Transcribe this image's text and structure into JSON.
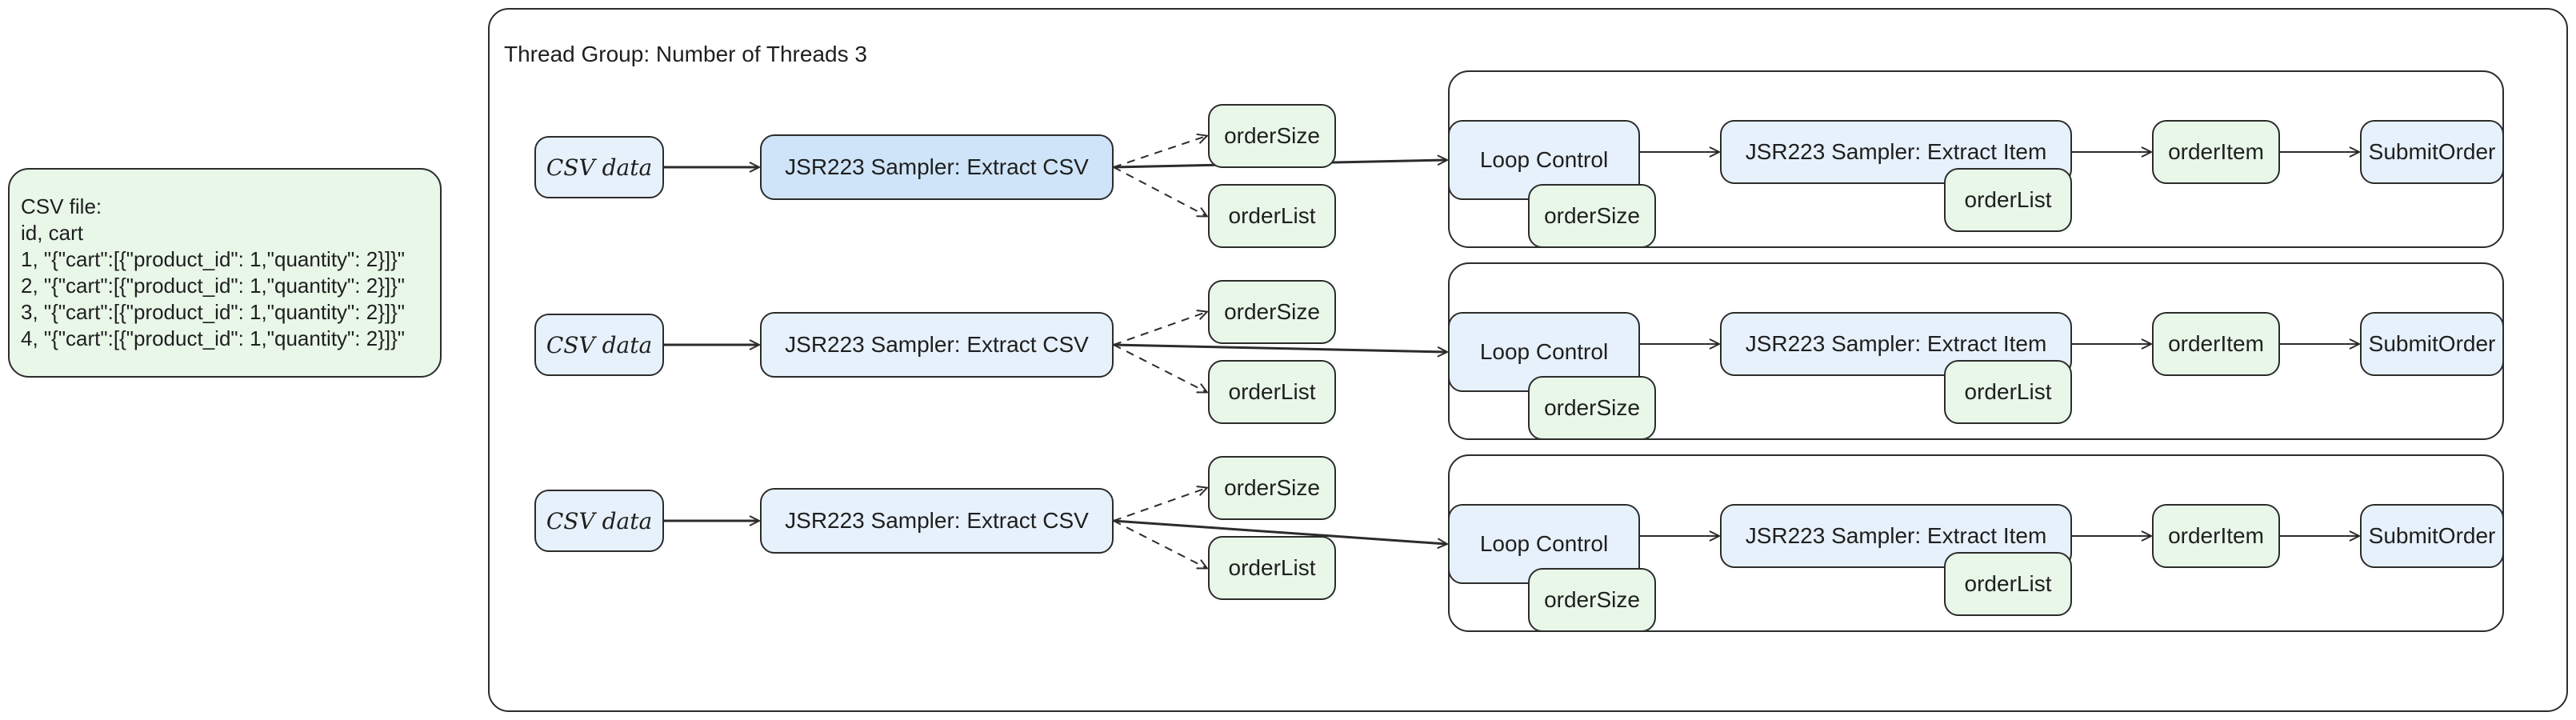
{
  "csv_note": {
    "label": "CSV file:",
    "header": "id, cart",
    "rows": [
      "1, \"{\"cart\":[{\"product_id\": 1,\"quantity\": 2}]}\"",
      "2, \"{\"cart\":[{\"product_id\": 1,\"quantity\": 2}]}\"",
      "3, \"{\"cart\":[{\"product_id\": 1,\"quantity\": 2}]}\"",
      "4, \"{\"cart\":[{\"product_id\": 1,\"quantity\": 2}]}\""
    ]
  },
  "thread_group": {
    "title": "Thread Group: Number of Threads 3"
  },
  "rows": [
    {
      "csv_data": "CSV data",
      "extract_csv": "JSR223 Sampler: Extract CSV",
      "order_size": "orderSize",
      "order_list": "orderList",
      "loop_control": "Loop Control",
      "loop_order_size": "orderSize",
      "extract_item": "JSR223 Sampler: Extract Item",
      "item_order_list": "orderList",
      "order_item": "orderItem",
      "submit_order": "SubmitOrder"
    },
    {
      "csv_data": "CSV data",
      "extract_csv": "JSR223 Sampler: Extract CSV",
      "order_size": "orderSize",
      "order_list": "orderList",
      "loop_control": "Loop Control",
      "loop_order_size": "orderSize",
      "extract_item": "JSR223 Sampler: Extract Item",
      "item_order_list": "orderList",
      "order_item": "orderItem",
      "submit_order": "SubmitOrder"
    },
    {
      "csv_data": "CSV data",
      "extract_csv": "JSR223 Sampler: Extract CSV",
      "order_size": "orderSize",
      "order_list": "orderList",
      "loop_control": "Loop Control",
      "loop_order_size": "orderSize",
      "extract_item": "JSR223 Sampler: Extract Item",
      "item_order_list": "orderList",
      "order_item": "orderItem",
      "submit_order": "SubmitOrder"
    }
  ]
}
